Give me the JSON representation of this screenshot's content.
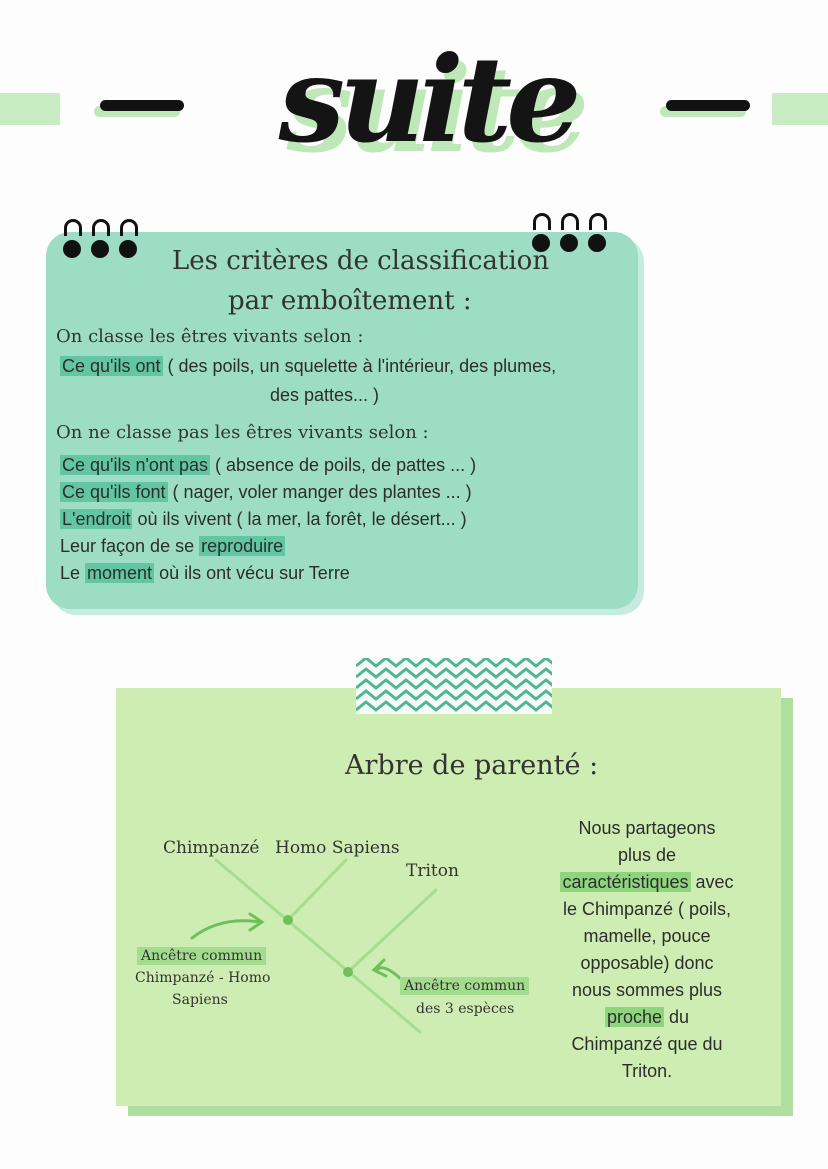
{
  "header": {
    "title": "suite"
  },
  "card1": {
    "heading_line1": "Les critères de classification",
    "heading_line2": "par emboîtement :",
    "intro_yes": "On classe les êtres vivants selon :",
    "yes_highlight": "Ce qu'ils ont",
    "yes_rest_line1": " ( des poils, un squelette à l'intérieur, des plumes,",
    "yes_rest_line2": "des pattes... )",
    "intro_no": "On ne classe pas les êtres vivants selon :",
    "no_items": [
      {
        "highlight": "Ce qu'ils n'ont pas",
        "rest": " ( absence de poils, de pattes ... )"
      },
      {
        "highlight": "Ce qu'ils font",
        "rest": " ( nager, voler manger des plantes ... )"
      },
      {
        "highlight": "L'endroit",
        "rest": " où ils vivent ( la mer, la forêt, le désert... )"
      },
      {
        "prefix": "Leur façon de se ",
        "highlight": "reproduire"
      },
      {
        "prefix": "Le ",
        "highlight": "moment",
        "rest": " où ils ont vécu sur Terre"
      }
    ]
  },
  "card2": {
    "heading": "Arbre de parenté :",
    "tree": {
      "leaf_1": "Chimpanzé",
      "leaf_2": "Homo Sapiens",
      "leaf_3": "Triton",
      "node_1_label": "Ancêtre commun",
      "node_1_sub_1": "Chimpanzé - Homo",
      "node_1_sub_2": "Sapiens",
      "node_2_label": "Ancêtre commun",
      "node_2_sub": "des 3 espèces"
    },
    "text": {
      "l1": "Nous partageons",
      "l2": "plus de",
      "l3_highlight": "caractéristiques",
      "l3_rest": " avec",
      "l4": "le Chimpanzé ( poils,",
      "l5": "mamelle, pouce",
      "l6": "opposable) donc",
      "l7": "nous sommes plus",
      "l8_highlight": "proche",
      "l8_rest": " du",
      "l9": "Chimpanzé que du",
      "l10": "Triton."
    }
  },
  "colors": {
    "mint_card": "#9ddcc5",
    "mint_highlight": "#62c6a4",
    "green_card": "#cdedb3",
    "green_highlight": "#8fd57d",
    "tape_teal": "#4fb596"
  }
}
